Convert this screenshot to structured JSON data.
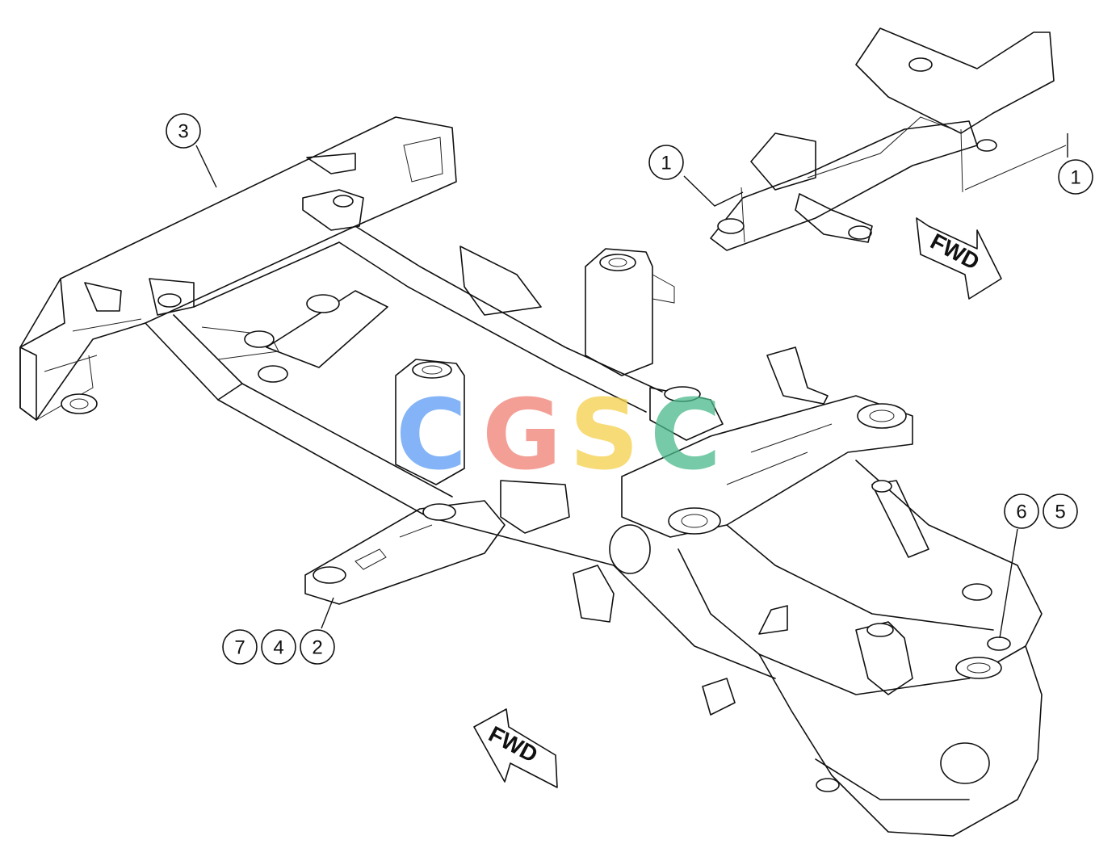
{
  "callouts": [
    {
      "id": "c3",
      "label": "3"
    },
    {
      "id": "c1a",
      "label": "1"
    },
    {
      "id": "c1b",
      "label": "1"
    },
    {
      "id": "c6",
      "label": "6"
    },
    {
      "id": "c5",
      "label": "5"
    },
    {
      "id": "c7",
      "label": "7"
    },
    {
      "id": "c4",
      "label": "4"
    },
    {
      "id": "c2",
      "label": "2"
    }
  ],
  "arrows": {
    "fwd_top": "FWD",
    "fwd_bottom": "FWD"
  },
  "watermark": {
    "letters": [
      "C",
      "G",
      "S",
      "C"
    ],
    "colors": [
      "#5b9cf5",
      "#f07f74",
      "#f5d04a",
      "#49b98a"
    ]
  }
}
